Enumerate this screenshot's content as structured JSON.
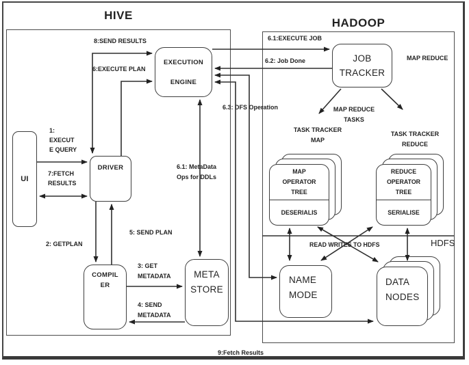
{
  "diagram": {
    "hive": {
      "title": "HIVE",
      "ui": "UI",
      "driver": "DRIVER",
      "compiler": [
        "COMPIL",
        "ER"
      ],
      "execution_engine": [
        "EXECUTION",
        "ENGINE"
      ],
      "meta_store": [
        "META",
        "STORE"
      ]
    },
    "hadoop": {
      "title": "HADOOP",
      "map_reduce_label": "MAP REDUCE",
      "hdfs_label": "HDFS",
      "job_tracker": [
        "JOB",
        "TRACKER"
      ],
      "task_tracker_map": [
        "TASK TRACKER",
        "MAP"
      ],
      "task_tracker_reduce": [
        "TASK TRACKER",
        "REDUCE"
      ],
      "map_operator": {
        "lines": [
          "MAP",
          "OPERATOR",
          "TREE"
        ],
        "footer": "DESERIALIS"
      },
      "reduce_operator": {
        "lines": [
          "REDUCE",
          "OPERATOR",
          "TREE"
        ],
        "footer": "SERIALISE"
      },
      "name_mode": [
        "NAME",
        "MODE"
      ],
      "data_nodes": [
        "DATA",
        "NODES"
      ]
    },
    "labels": {
      "execute_query": [
        "1:",
        "EXECUT",
        "E QUERY"
      ],
      "fetch_results": [
        "7:FETCH",
        "RESULTS"
      ],
      "getplan": "2: GETPLAN",
      "send_plan": "5: SEND PLAN",
      "get_metadata": [
        "3: GET",
        "METADATA"
      ],
      "send_metadata": [
        "4: SEND",
        "METADATA"
      ],
      "send_results": "8:SEND RESULTS",
      "execute_plan": "6:EXECUTE PLAN",
      "metadata_ops": [
        "6.1: MetaData",
        "Ops for DDLs"
      ],
      "execute_job": "6.1:EXECUTE JOB",
      "job_done": "6.2: Job Done",
      "dfs_operation": "6.3: DFS Operation",
      "map_reduce_tasks": [
        "MAP REDUCE",
        "TASKS"
      ],
      "read_writes": "READ WRITES TO HDFS",
      "fetch_results_9": "9:Fetch Results"
    }
  }
}
